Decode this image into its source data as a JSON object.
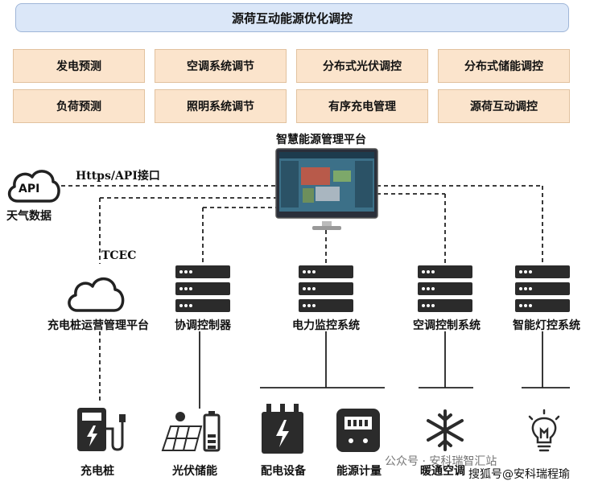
{
  "title": "源荷互动能源优化调控",
  "modules": [
    "发电预测",
    "空调系统调节",
    "分布式光伏调控",
    "分布式储能调控",
    "负荷预测",
    "照明系统调节",
    "有序充电管理",
    "源荷互动调控"
  ],
  "platform": {
    "label": "智慧能源管理平台"
  },
  "api": {
    "icon_text": "API",
    "label": "天气数据",
    "link_label": "Https/API接口"
  },
  "tcec_label": "TCEC",
  "nodes": {
    "charging_platform": "充电桩运营管理平台",
    "coordinator": "协调控制器",
    "power_monitor": "电力监控系统",
    "ac_control": "空调控制系统",
    "lighting_control": "智能灯控系统"
  },
  "devices": {
    "charger": "充电桩",
    "pv_storage": "光伏储能",
    "distribution": "配电设备",
    "energy_meter": "能源计量",
    "hvac": "暖通空调"
  },
  "watermark": {
    "main": "公众号 · 安科瑞智汇站",
    "overlay": "搜狐号@安科瑞程瑜"
  },
  "colors": {
    "banner_bg": "#dbe7f8",
    "module_bg": "#fbe4cc",
    "icon_dark": "#222222"
  }
}
